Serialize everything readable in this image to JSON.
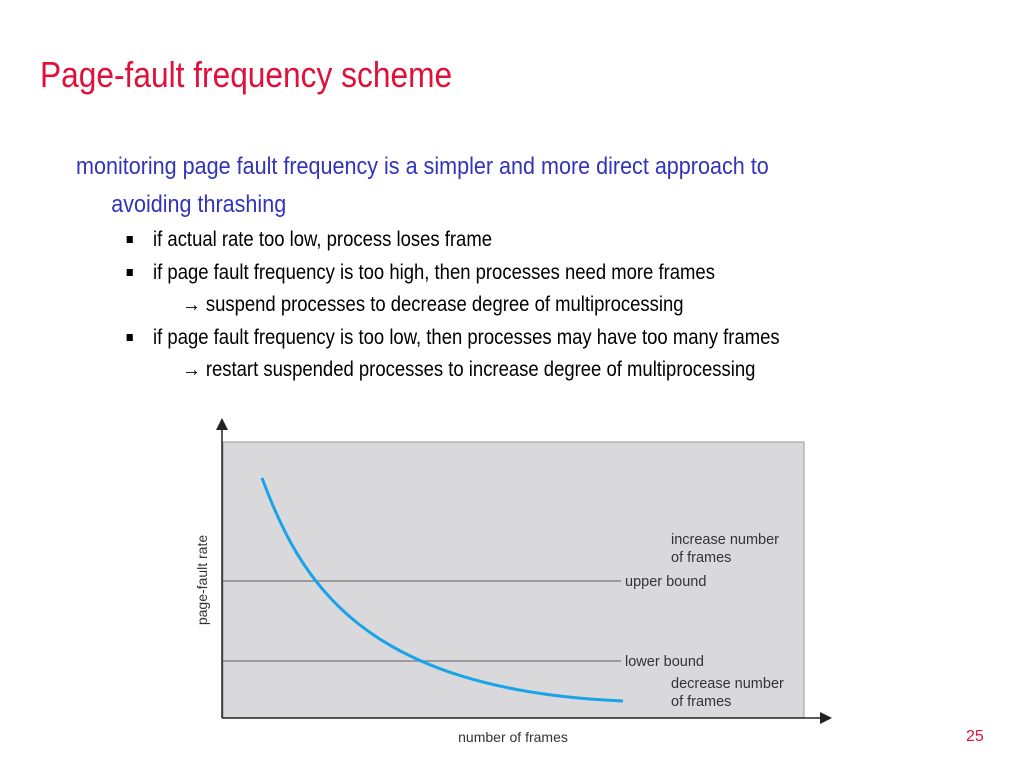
{
  "slide": {
    "title": "Page-fault frequency scheme",
    "main_point_line1": "monitoring page fault frequency is a simpler and more direct approach to",
    "main_point_line2": "avoiding thrashing",
    "bullets": [
      "if actual rate too low, process loses frame",
      "if page fault frequency is too high, then processes need more frames",
      "suspend processes to decrease degree of multiprocessing",
      "if page fault frequency is too low, then processes may have too many frames",
      "restart suspended processes to increase degree of multiprocessing"
    ],
    "arrow_glyph": "→",
    "page_number": "25"
  },
  "diagram": {
    "y_axis_label": "page-fault rate",
    "x_axis_label": "number of frames",
    "upper_bound_label": "upper bound",
    "lower_bound_label": "lower bound",
    "increase_label_line1": "increase number",
    "increase_label_line2": "of frames",
    "decrease_label_line1": "decrease number",
    "decrease_label_line2": "of frames"
  },
  "colors": {
    "title": "#e0103a",
    "main_point": "#3333bb",
    "text": "#000000",
    "curve": "#1aa3e8",
    "plot_background": "#d9d9db",
    "diagram_text": "#333333",
    "bound_line": "#777777"
  }
}
